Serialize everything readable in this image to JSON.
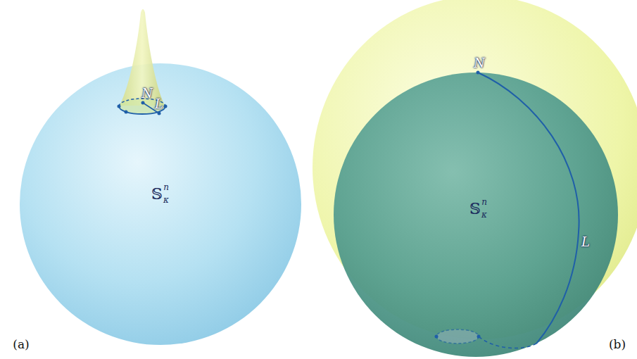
{
  "diagram": {
    "labels": [
      "N",
      "L",
      "𝕊",
      "n",
      "κ",
      "(a)",
      "N",
      "L",
      "𝕊",
      "n",
      "κ",
      "(b)"
    ]
  }
}
